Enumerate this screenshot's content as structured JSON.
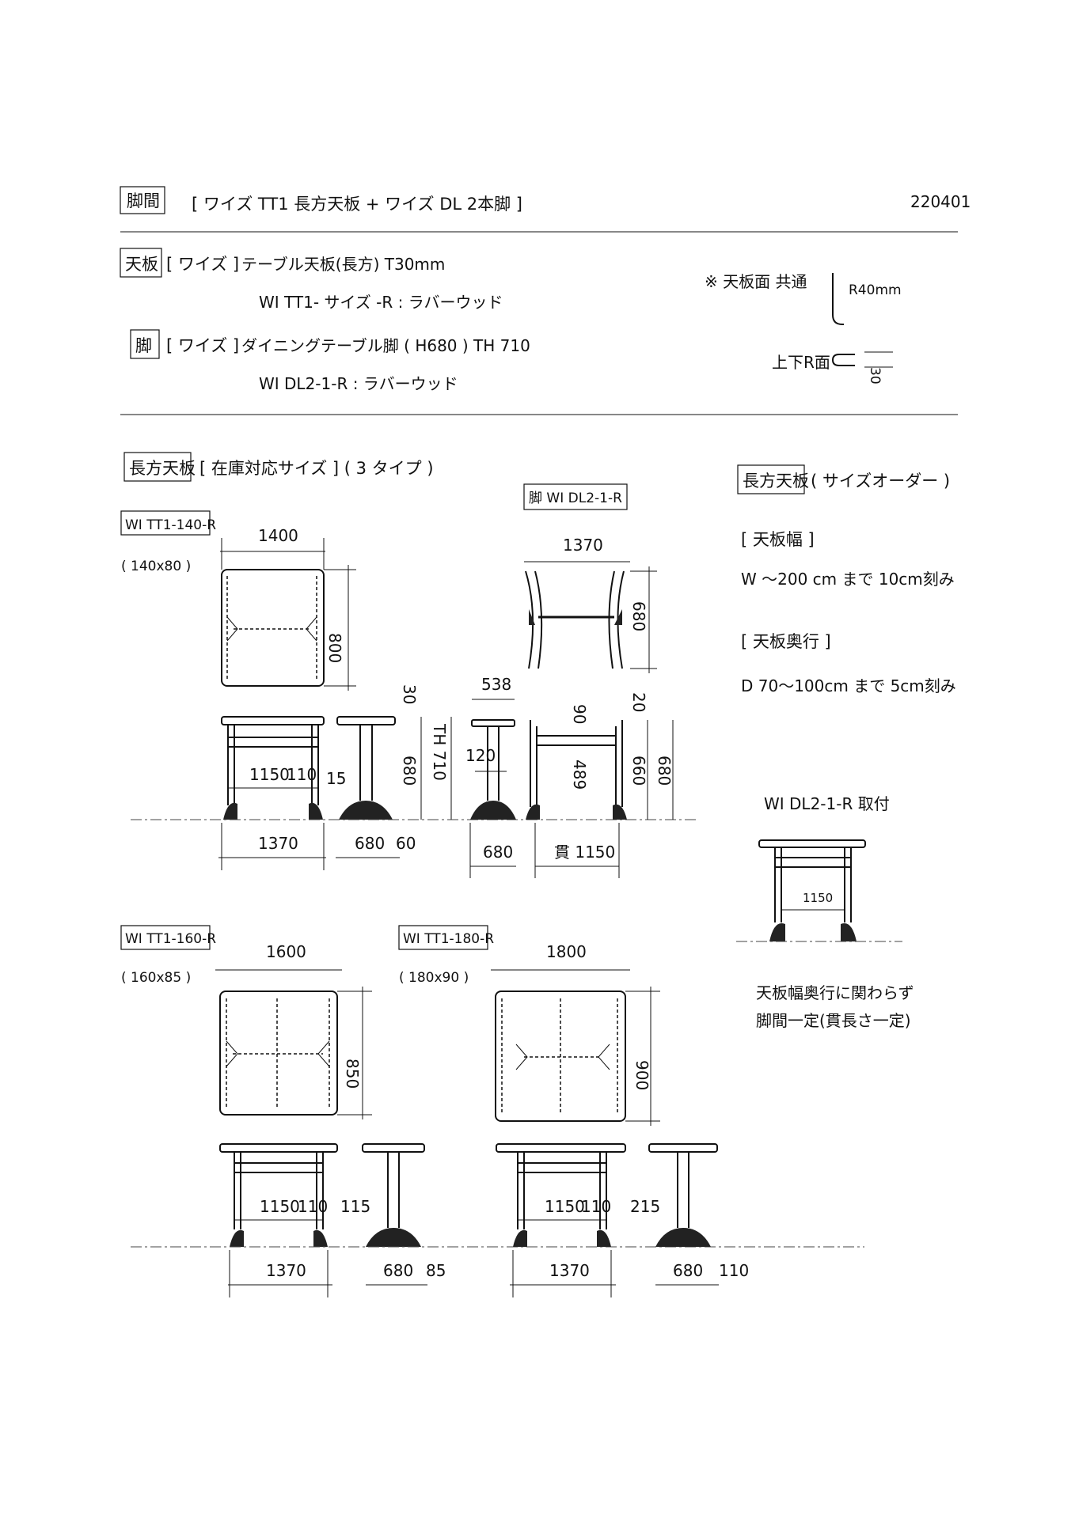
{
  "header": {
    "tag": "脚間",
    "title": "[ ワイズ TT1 長方天板 + ワイズ DL 2本脚 ]",
    "code": "220401"
  },
  "spec": {
    "top_tag": "天板",
    "top_brand": "[ ワイズ ]",
    "top_line1": "テーブル天板(長方)  T30mm",
    "top_line2": "WI TT1- サイズ -R  : ラバーウッド",
    "leg_tag": "脚",
    "leg_brand": "[ ワイズ ]",
    "leg_line1": "ダイニングテーブル脚  ( H680 )  TH 710",
    "leg_line2": "WI DL2-1-R  : ラバーウッド",
    "note_common": "※  天板面  共通",
    "radius": "R40mm",
    "edge_label": "上下R面",
    "edge_dim": "30"
  },
  "stock": {
    "tag": "長方天板",
    "subtitle": "[ 在庫対応サイズ ] ( 3 タイプ )"
  },
  "leg_box": "脚  WI DL2-1-R",
  "order": {
    "tag": "長方天板",
    "subtitle": "( サイズオーダー )",
    "width_head": "[ 天板幅 ]",
    "width_text": "W ～200 cm まで  10cm刻み",
    "depth_head": "[ 天板奥行 ]",
    "depth_text": "D 70～100cm まで  5cm刻み"
  },
  "mount": {
    "title": "WI DL2-1-R 取付",
    "dim": "1150",
    "note1": "天板幅奥行に関わらず",
    "note2": "脚間一定(貫長さ一定)"
  },
  "tables": [
    {
      "model": "WI TT1-140-R",
      "size": "( 140x80 )",
      "width": "1400",
      "depth": "800",
      "rail": "1150",
      "rail_gap": "110",
      "overhang": "15",
      "leg_span": "1370",
      "leg_depth": "680",
      "side_overhang": "60"
    },
    {
      "model": "WI TT1-160-R",
      "size": "( 160x85 )",
      "width": "1600",
      "depth": "850",
      "rail": "1150",
      "rail_gap": "110",
      "overhang": "115",
      "leg_span": "1370",
      "leg_depth": "680",
      "side_overhang": "85"
    },
    {
      "model": "WI TT1-180-R",
      "size": "( 180x90 )",
      "width": "1800",
      "depth": "900",
      "rail": "1150",
      "rail_gap": "110",
      "overhang": "215",
      "leg_span": "1370",
      "leg_depth": "680",
      "side_overhang": "110"
    }
  ],
  "dims140": {
    "top_thk": "30",
    "leg_h": "680",
    "th": "TH 710"
  },
  "leg_dims": {
    "width": "1370",
    "height": "680",
    "post_top": "538",
    "post_w": "120",
    "foot": "680",
    "rail_drop": "90",
    "rail_h": "489",
    "top_gap": "20",
    "h660": "660",
    "h680": "680",
    "rail_len": "貫 1150"
  }
}
